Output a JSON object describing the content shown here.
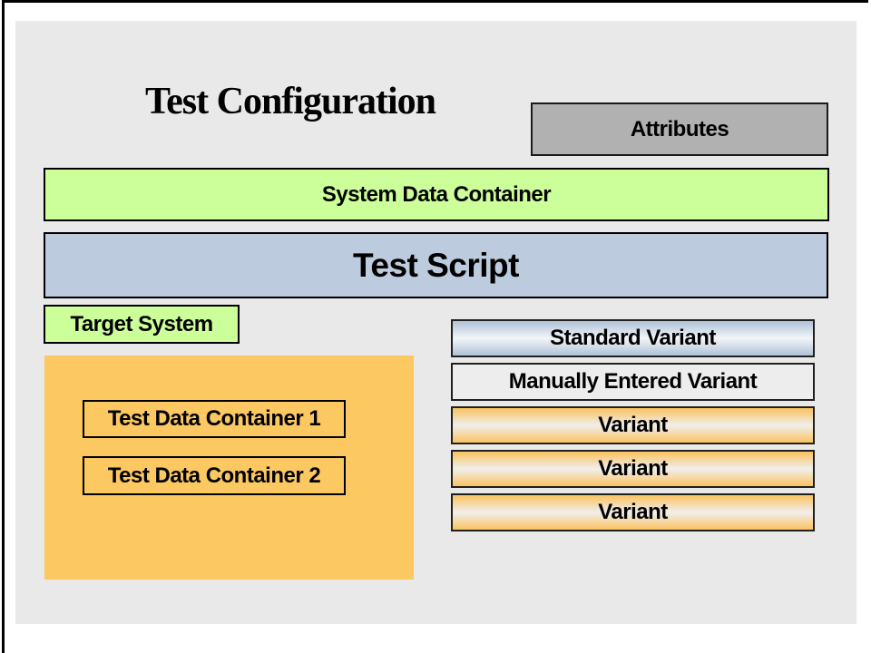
{
  "slide": {
    "title": "Test Configuration"
  },
  "boxes": {
    "attributes": {
      "label": "Attributes",
      "fill": "#b1b1b1"
    },
    "system_data_container": {
      "label": "System Data Container",
      "fill": "#ccff99"
    },
    "test_script": {
      "label": "Test Script",
      "fill": "#bccbdd"
    },
    "target_system": {
      "label": "Target System",
      "fill": "#ccff99"
    },
    "test_data_panel": {
      "fill": "#fcc862"
    },
    "test_data_containers": [
      {
        "label": "Test Data Container 1"
      },
      {
        "label": "Test Data Container 2"
      }
    ],
    "variants": [
      {
        "label": "Standard Variant",
        "style": "blue-gradient"
      },
      {
        "label": "Manually Entered Variant",
        "style": "plain"
      },
      {
        "label": "Variant",
        "style": "orange-gradient"
      },
      {
        "label": "Variant",
        "style": "orange-gradient"
      },
      {
        "label": "Variant",
        "style": "orange-gradient"
      }
    ]
  },
  "colors": {
    "slide_background": "#e9e9e9",
    "frame_border": "#000000",
    "green": "#ccff99",
    "blue": "#bccbdd",
    "gray": "#b1b1b1",
    "orange": "#fcc862",
    "variant_blue_edge": "#aec2d8",
    "variant_orange_edge": "#fbc25f",
    "text": "#000000"
  }
}
